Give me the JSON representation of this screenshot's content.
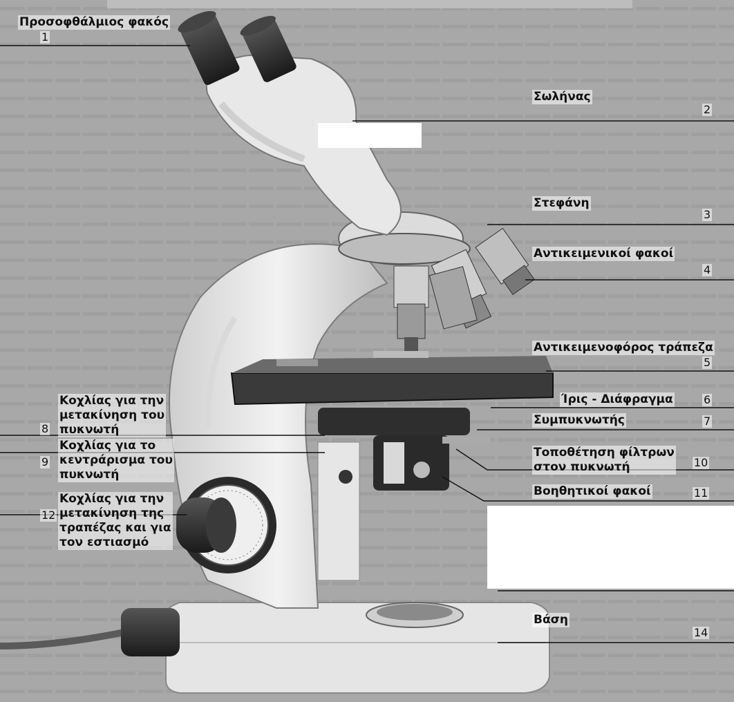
{
  "labels": {
    "l1": {
      "text": "Προσοφθάλμιος φακός",
      "num": "1"
    },
    "l2": {
      "text": "Σωλήνας",
      "num": "2"
    },
    "l3": {
      "text": "Στεφάνη",
      "num": "3"
    },
    "l4": {
      "text": "Αντικειμενικοί φακοί",
      "num": "4"
    },
    "l5": {
      "text": "Αντικειμενοφόρος τράπεζα",
      "num": "5"
    },
    "l6": {
      "text": "Ίρις - Διάφραγμα",
      "num": "6"
    },
    "l7": {
      "text": "Συμπυκνωτής",
      "num": "7"
    },
    "l8": {
      "text": "Κοχλίας για την\nμετακίνηση του\nπυκνωτή",
      "num": "8"
    },
    "l9": {
      "text": "Κοχλίας για το\nκεντράρισμα του\nπυκνωτή",
      "num": "9"
    },
    "l10": {
      "text": "Τοποθέτηση φίλτρων\nστον πυκνωτή",
      "num": "10"
    },
    "l11": {
      "text": "Βοηθητικοί φακοί",
      "num": "11"
    },
    "l12": {
      "text": "Κοχλίας για την\nμετακίνηση της\nτραπέζας και για\nτον εστιασμό",
      "num": "12"
    },
    "l14": {
      "text": "Βάση",
      "num": "14"
    }
  },
  "colors": {
    "background": "#a9a9a9",
    "microscope_light": "#e8e8e8",
    "microscope_dark": "#2b2b2b",
    "leader": "#111111"
  }
}
